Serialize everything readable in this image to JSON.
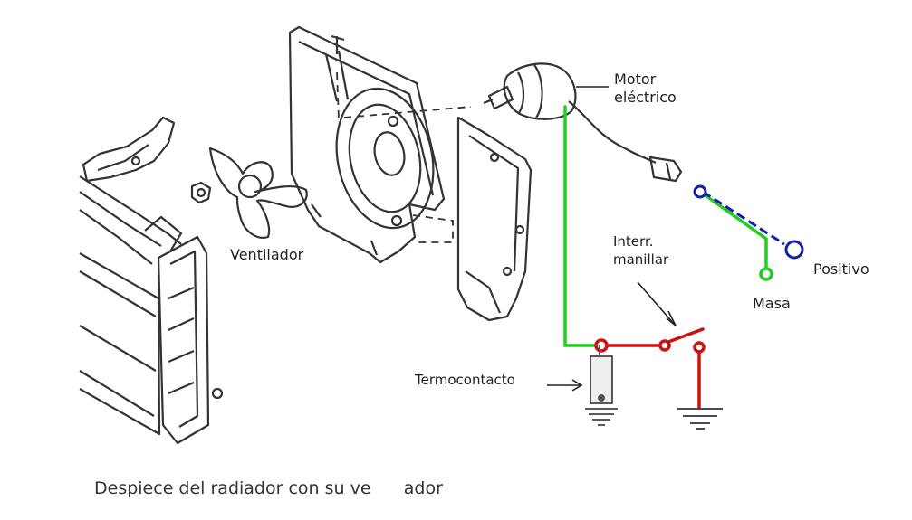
{
  "labels": {
    "motor_line1": "Motor",
    "motor_line2": "eléctrico",
    "ventilador": "Ventilador",
    "interr_line1": "Interr.",
    "interr_line2": "manillar",
    "positivo": "Positivo",
    "masa": "Masa",
    "termocontacto": "Termocontacto",
    "caption": "Despiece del radiador con su ve      ador"
  },
  "colors": {
    "green_wire": "#22cc22",
    "red_wire": "#cc1111",
    "blue_wire": "#1122aa",
    "line_art": "#333333"
  }
}
